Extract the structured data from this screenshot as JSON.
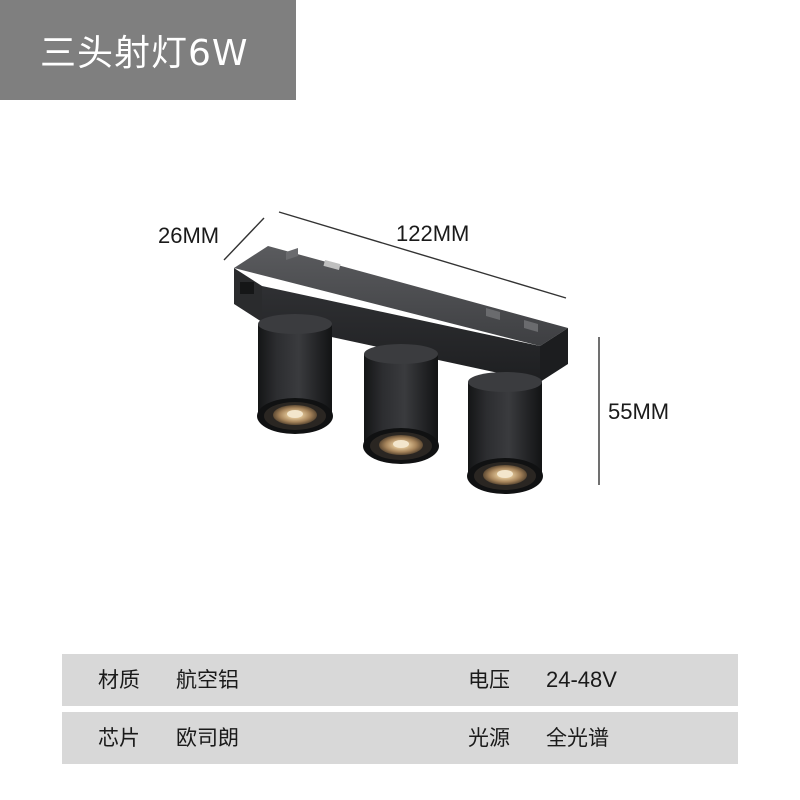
{
  "title": "三头射灯6W",
  "dimensions": {
    "depth": "26MM",
    "length": "122MM",
    "height": "55MM"
  },
  "specs": [
    {
      "label_1": "材质",
      "value_1": "航空铝",
      "label_2": "电压",
      "value_2": "24-48V"
    },
    {
      "label_1": "芯片",
      "value_1": "欧司朗",
      "label_2": "光源",
      "value_2": "全光谱"
    }
  ],
  "colors": {
    "banner": "#7f7f7f",
    "spec_row": "#d8d8d8",
    "lamp_body": "#2b2c2e",
    "led_glow": "#c9a777"
  }
}
